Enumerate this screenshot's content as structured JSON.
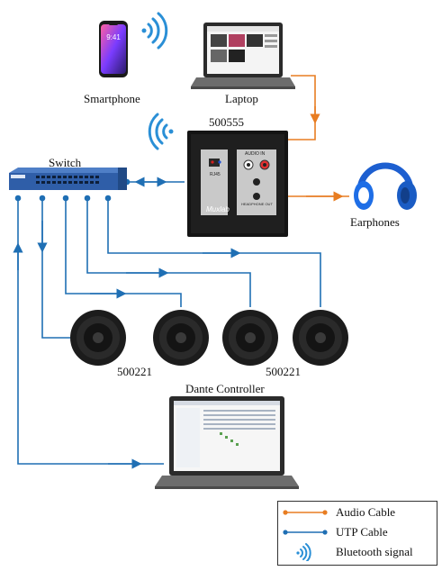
{
  "labels": {
    "smartphone": "Smartphone",
    "laptop": "Laptop",
    "wallplate": "500555",
    "switch": "Switch",
    "earphones": "Earphones",
    "speakers_left": "500221",
    "speakers_right": "500221",
    "controller": "Dante Controller"
  },
  "wallplate_text": {
    "brand": "Muxlab",
    "left_port": "RJ45",
    "right_port": "AUDIO IN",
    "out_label": "HEADPHONE OUT"
  },
  "legend": {
    "items": [
      {
        "label": "Audio Cable",
        "kind": "audio",
        "color": "#e87d22"
      },
      {
        "label": "UTP Cable",
        "kind": "utp",
        "color": "#1f6fb4"
      },
      {
        "label": "Bluetooth signal",
        "kind": "bluetooth",
        "color": "#2a8fd6"
      }
    ]
  },
  "colors": {
    "audio_cable": "#e87d22",
    "utp_cable": "#1f6fb4",
    "bluetooth": "#2a8fd6",
    "switch_body": "#2f5ea8"
  }
}
